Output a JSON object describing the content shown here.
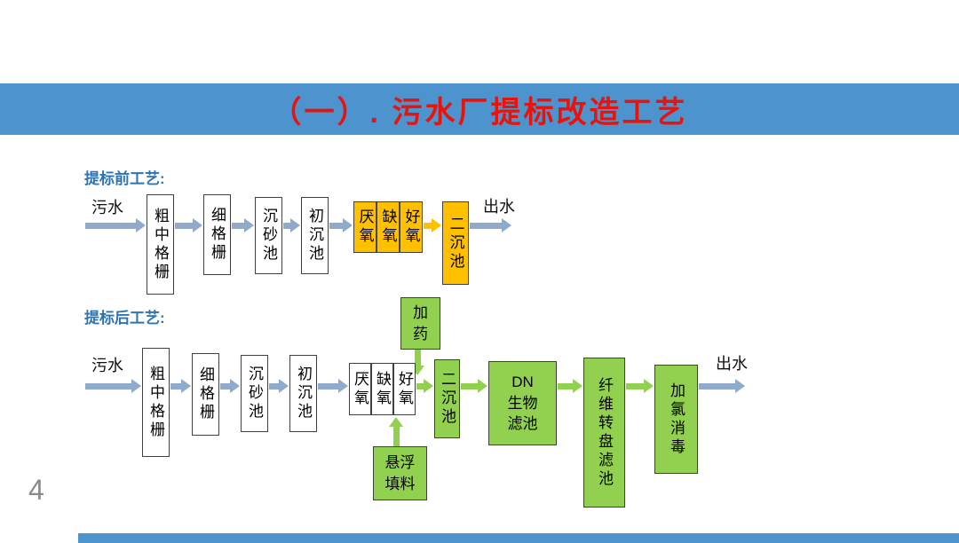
{
  "title": "（一）. 污水厂提标改造工艺",
  "page_number": "4",
  "colors": {
    "banner": "#4D94CE",
    "title_text": "#E8140C",
    "label_text": "#2E74B5",
    "arrow_blue": "#8FAACB",
    "orange": "#FFC000",
    "green": "#92D050"
  },
  "before": {
    "label": "提标前工艺:",
    "source": "污水",
    "effluent": "出水",
    "boxes": {
      "coarse": "粗中格栅",
      "fine": "细格栅",
      "grit": "沉砂池",
      "primary": "初沉池",
      "anaerobic": "厌氧",
      "anoxic": "缺氧",
      "aerobic": "好氧",
      "secondary": "二沉池"
    }
  },
  "after": {
    "label": "提标后工艺:",
    "source": "污水",
    "effluent": "出水",
    "boxes": {
      "coarse": "粗中格栅",
      "fine": "细格栅",
      "grit": "沉砂池",
      "primary": "初沉池",
      "anaerobic": "厌氧",
      "anoxic": "缺氧",
      "aerobic": "好氧",
      "secondary": "二沉池",
      "dn_filter": "DN\n生物\n滤池",
      "fiber_disc": "纤维转盘滤池",
      "chlorine": "加氯消毒",
      "dosing": "加\n药",
      "suspended_media": "悬浮\n填料"
    }
  }
}
